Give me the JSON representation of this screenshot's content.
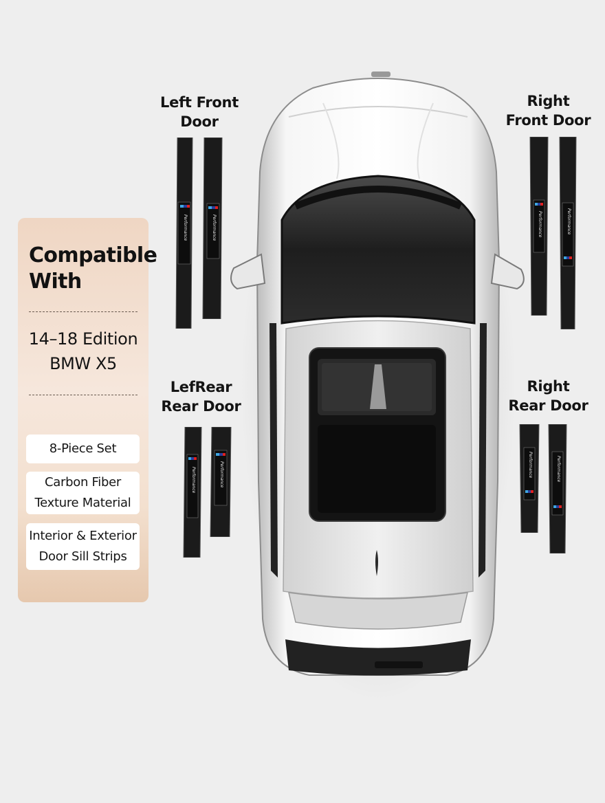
{
  "labels": {
    "left_front": [
      "Left Front",
      "Door"
    ],
    "right_front": [
      "Right",
      "Front Door"
    ],
    "left_rear": [
      "LefRear",
      "Rear Door"
    ],
    "right_rear": [
      "Right",
      "Rear Door"
    ]
  },
  "strip_text": "Performance",
  "panel": {
    "title": [
      "Compatible",
      "With"
    ],
    "edition": [
      "14–18 Edition",
      "BMW X5"
    ],
    "features": [
      [
        "8-Piece Set"
      ],
      [
        "Carbon Fiber",
        "Texture Material"
      ],
      [
        "Interior & Exterior",
        "Door Sill Strips"
      ]
    ]
  },
  "colors": {
    "panel_top": "#efd6c3",
    "panel_bottom": "#e6c8ae",
    "carbon": "#1b1b1b",
    "m_blue_light": "#3fa6e0",
    "m_blue_dark": "#2a3f9e",
    "m_red": "#e02020",
    "car_body": "#f4f4f4"
  }
}
